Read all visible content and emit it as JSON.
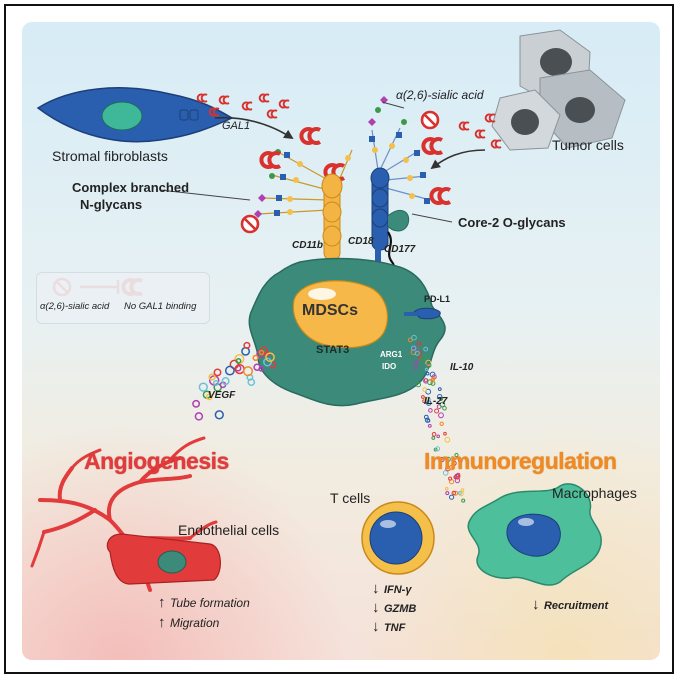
{
  "labels": {
    "alpha_sialic_top": "α(2,6)-sialic acid",
    "gal1": "GAL1",
    "stromal_fibroblasts": "Stromal fibroblasts",
    "tumor_cells": "Tumor cells",
    "complex_branched_line1": "Complex branched",
    "complex_branched_line2": "N-glycans",
    "core2": "Core-2 O-glycans",
    "cd11b": "CD11b",
    "cd18": "CD18",
    "cd177": "CD177",
    "legend_sialic": "α(2,6)-sialic acid",
    "legend_no_binding": "No GAL1 binding",
    "mdscs": "MDSCs",
    "stat3": "STAT3",
    "arg1": "ARG1",
    "ido": "IDO",
    "pdl1": "PD-L1",
    "vegf": "VEGF",
    "il10": "IL-10",
    "il27": "IL-27",
    "angiogenesis": "Angiogenesis",
    "immunoregulation": "Immunoregulation",
    "endothelial_cells": "Endothelial cells",
    "t_cells": "T cells",
    "macrophages": "Macrophages",
    "tube_formation": "Tube formation",
    "migration": "Migration",
    "ifn": "IFN-γ",
    "gzmb": "GZMB",
    "tnf": "TNF",
    "recruitment": "Recruitment"
  },
  "arrows": {
    "up": "↑",
    "down": "↓"
  },
  "colors": {
    "fibroblast_blue": "#2a5fb0",
    "gal1_red": "#d9322e",
    "mdsc_green": "#3b8a7a",
    "nucleus_orange": "#f7b84a",
    "angiogenesis_red": "#e23b3b",
    "immunoregulation_orange": "#f08a22",
    "tcell_yellow": "#f4c04a",
    "tcell_blue": "#2a5fb0",
    "macrophage_green": "#4dbf9b"
  }
}
